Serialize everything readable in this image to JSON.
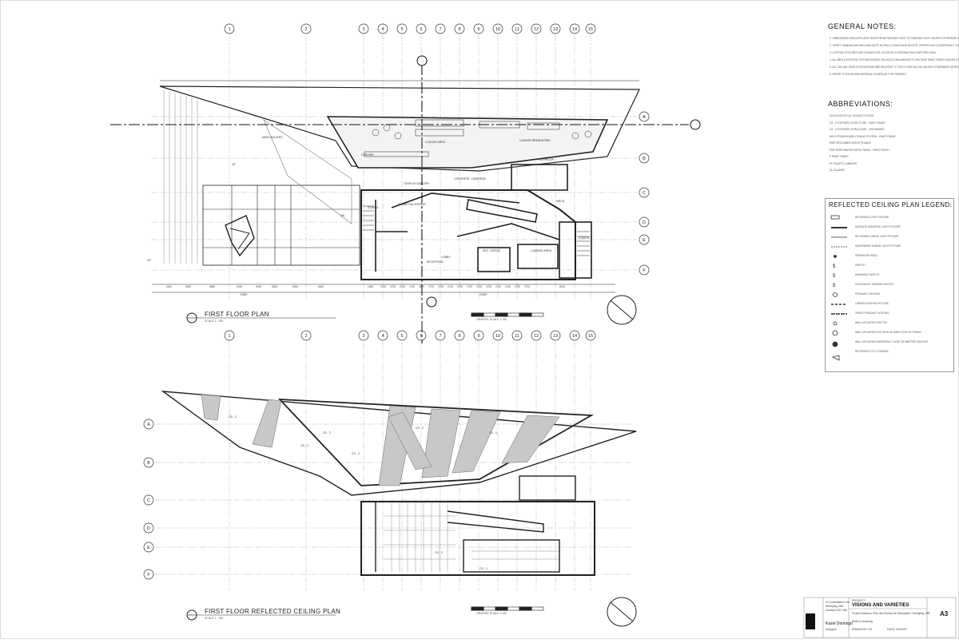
{
  "grid": {
    "columns": [
      "1",
      "2",
      "3",
      "4",
      "5",
      "6",
      "7",
      "8",
      "9",
      "10",
      "11",
      "12",
      "13",
      "14",
      "15"
    ],
    "rows": [
      "A",
      "B",
      "C",
      "D",
      "E",
      "F"
    ]
  },
  "first_floor_plan": {
    "title": "FIRST FLOOR PLAN",
    "scale": "SCALE 1 : 150",
    "room_labels": [
      "MAIN GALLERY",
      "LOUNGE AREA",
      "LOUNGE BREAKDOWN",
      "CASHIER",
      "CORRIDOR",
      "DISPLAY GALLERY",
      "EXHIBITION DISPLAY",
      "STAIR A",
      "STAIR B",
      "LOBBY",
      "RECEPTION",
      "SEC. OFFICE",
      "LOADING AREA",
      "CONCRETE / GARDENS",
      "MECH",
      "UP",
      "UP",
      "DN"
    ],
    "dimensions_bottom": [
      "4400",
      "2430",
      "4800",
      "2430",
      "2440",
      "2300",
      "5000",
      "3640",
      "1450",
      "1720",
      "1720",
      "1720",
      "1720",
      "4570",
      "1720",
      "1720",
      "1720",
      "1720",
      "1720",
      "1720",
      "1720",
      "1720",
      "1720",
      "1720",
      "1720",
      "6010"
    ],
    "overall_dims": [
      "29860",
      "22840"
    ],
    "graphic_scale": "GRAPHIC SCALE 1:150"
  },
  "rcp": {
    "title": "FIRST FLOOR REFLECTED CEILING PLAN",
    "scale": "SCALE 1 : 150",
    "tags": [
      "CS - 2",
      "CS - 1",
      "CS - 2",
      "CS - 1",
      "CS - 2",
      "CS - 1",
      "CS - 2",
      "CS - 1"
    ],
    "graphic_scale": "GRAPHIC SCALE 1:150"
  },
  "general_notes": {
    "title": "GENERAL NOTES:",
    "items": [
      "1. DIMENSIONS INDICATED ARE TAKEN FROM FINISHED FACE TO FINISHED FACE UNLESS OTHERWISE INDICATED",
      "2. VERIFY DIMENSIONS AND DATA NOTE IN FIELD CONDITIONS ON SITE. REPORT ANY DISCREPANCY TO THE DESIGNER FOR ADJUSTMENT",
      "3. LIGHTING FIXTURES ARE SHOWN FOR LOCATION COORDINATION PURPOSES ONLY",
      "4. ALL NEW & EXISTING GYPSUM BOARD CEILINGS & BULKHEADS TO RECEIVE PAINT FINISH UNLESS OTHERWISE NOTED",
      "5. ALL CEILING HEIGHT ELEVATIONS ARE RELATIVE TO THE FLOOR BELOW UNLESS OTHERWISE NOTED",
      "6. REFER TO ROOM AND MATERIAL SCHEDULE FOR FINISHES"
    ]
  },
  "abbreviations": {
    "title": "ABBREVIATIONS:",
    "items": [
      "ACS    ACOUSTICAL CEILING SYSTEM",
      "CS - P    EXPOSED STRUCTURE - PAINT FINISH",
      "CS - U    EXPOSED STRUCTURE - UNFINISHED",
      "GB    GYPSUM BOARD CEILING SYSTEM - PAINT FINISH",
      "RWP    RECLAIMED WOOD PLANKS",
      "PMP    PERFORATED METAL PANEL - PAINT FINISH",
      "P    PAINT FINISH",
      "PL    PLASTIC LAMINATE",
      "GL    GLAZING"
    ]
  },
  "legend": {
    "title": "REFLECTED CEILING PLAN LEGEND:",
    "items": [
      "RECESSED LIGHT FIXTURE",
      "SURFACE MOUNTED LIGHT FIXTURE",
      "RECESSED LINEAR LIGHT FIXTURE",
      "SUSPENDED LINEAR LIGHT FIXTURE",
      "SPRINKLER HEAD",
      "SWITCH",
      "DIMMABLE SWITCH",
      "OCCUPANCY SENSOR SWITCH",
      "PENDANT LIGHTING",
      "LINEAR LIGHTING FIXTURE",
      "TRACK PENDANT LIGHTING",
      "WALL MOUNTED FIRE PIN",
      "WALL MOUNTED EXIT SIGN W/ DIRECTION OF TRAVEL",
      "WALL MOUNTED EMERGENCY LIGHT W/ BATTERY BACKUP",
      "RECESSED CCTV CAMERA"
    ]
  },
  "title_block": {
    "firm_lines": [
      "ID Consultation Inc.",
      "Winnipeg, MB",
      "Canada R3T 2N2"
    ],
    "designer": "Kazel Domingo",
    "designer_role": "Designer",
    "project_label": "PROJECT",
    "project_name": "VISIONS AND VARIETIES",
    "address": "Project Address: Rue des Ruines du Monastère, Winnipeg, MB",
    "drawing_ref": "Refer to drawing",
    "drawn_by": "DRAWN BY: KD",
    "date": "DATE: 04/09/20",
    "sheet": "A3"
  }
}
